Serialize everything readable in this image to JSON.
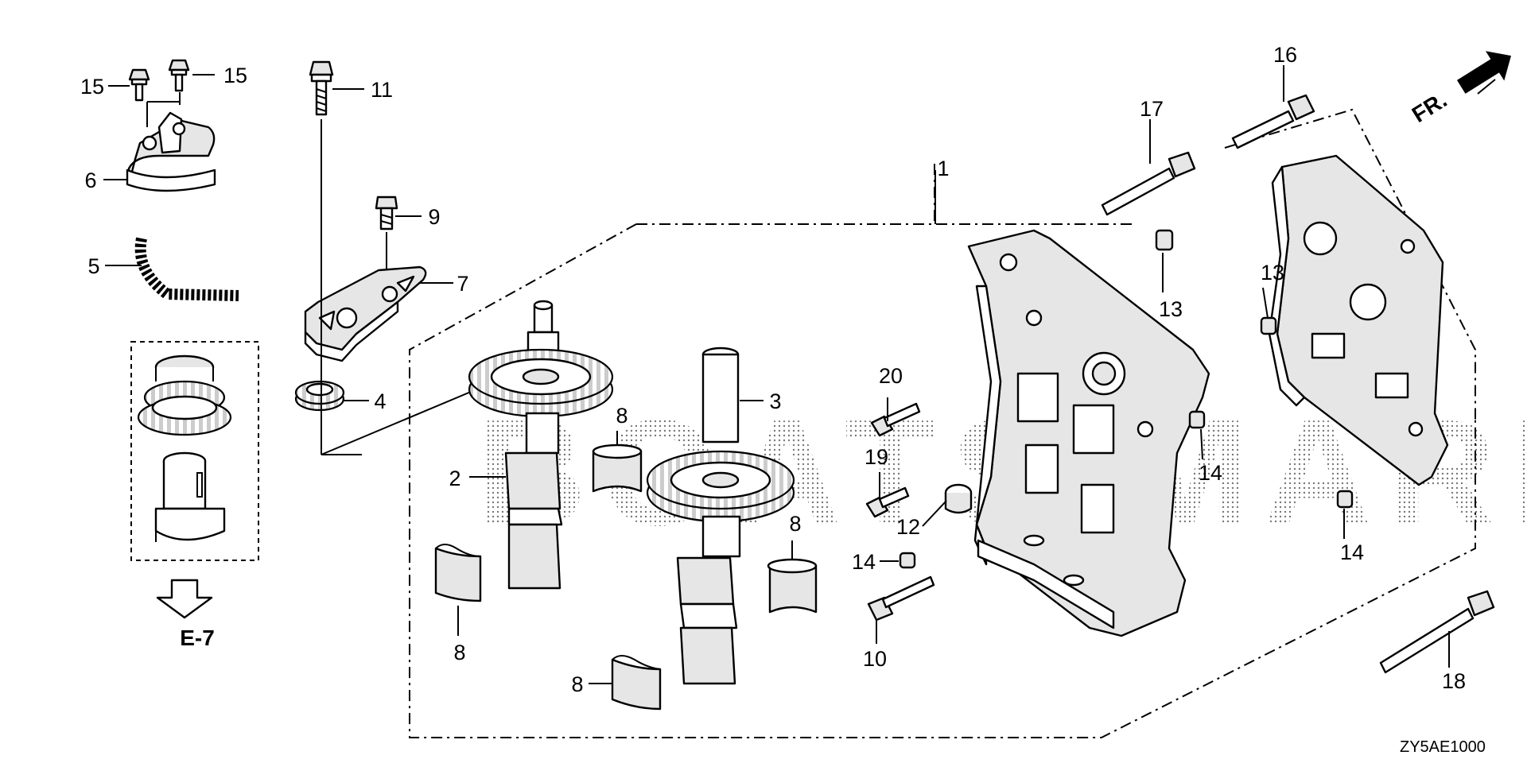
{
  "diagram": {
    "diagram_code": "ZY5AE1000",
    "front_marker": "FR.",
    "reference": "E-7",
    "watermark": "BOATS MARINE",
    "callouts": [
      "1",
      "2",
      "3",
      "4",
      "5",
      "6",
      "7",
      "8",
      "9",
      "10",
      "11",
      "12",
      "13",
      "14",
      "15",
      "16",
      "17",
      "18",
      "19",
      "20"
    ]
  }
}
